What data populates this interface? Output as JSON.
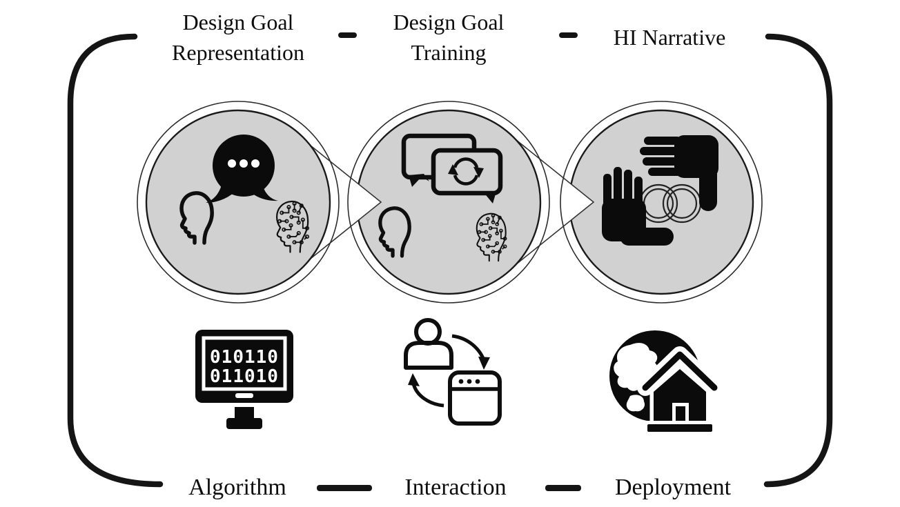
{
  "diagram": {
    "stages": [
      {
        "id": "representation",
        "top_label": "Design Goal Representation",
        "bottom_label": "Algorithm",
        "circle_icons": [
          "speech-bubble-icon",
          "human-head-icon",
          "ai-circuit-head-icon"
        ],
        "bottom_icon": "computer-binary-icon"
      },
      {
        "id": "training",
        "top_label": "Design Goal Training",
        "bottom_label": "Interaction",
        "circle_icons": [
          "chat-sync-icon",
          "human-head-icon",
          "ai-circuit-head-icon"
        ],
        "bottom_icon": "human-computer-cycle-icon"
      },
      {
        "id": "narrative",
        "top_label": "HI Narrative",
        "bottom_label": "Deployment",
        "circle_icons": [
          "framing-hands-icon",
          "linked-rings-icon"
        ],
        "bottom_icon": "globe-home-icon"
      }
    ],
    "monitor_screen_text": {
      "line1": "010110",
      "line2": "011010"
    },
    "colors": {
      "circle_fill": "#d1d1d1",
      "ink": "#111111",
      "icon_black": "#0b0b0b",
      "background": "#ffffff"
    }
  }
}
